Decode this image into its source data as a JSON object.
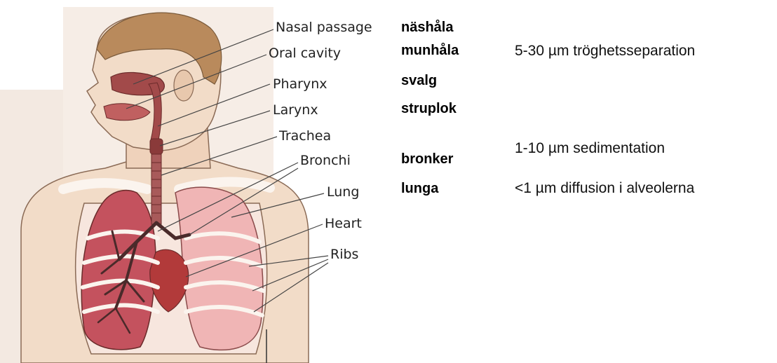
{
  "anatomy_labels": [
    {
      "key": "nasal",
      "text": "Nasal passage"
    },
    {
      "key": "oral",
      "text": "Oral cavity"
    },
    {
      "key": "pharynx",
      "text": "Pharynx"
    },
    {
      "key": "larynx",
      "text": "Larynx"
    },
    {
      "key": "trachea",
      "text": "Trachea"
    },
    {
      "key": "bronchi",
      "text": "Bronchi"
    },
    {
      "key": "lung",
      "text": "Lung"
    },
    {
      "key": "heart",
      "text": "Heart"
    },
    {
      "key": "ribs",
      "text": "Ribs"
    }
  ],
  "swedish_labels": [
    {
      "key": "nashala",
      "text": "näshåla"
    },
    {
      "key": "munhala",
      "text": "munhåla"
    },
    {
      "key": "svalg",
      "text": "svalg"
    },
    {
      "key": "struplok",
      "text": "struplok"
    },
    {
      "key": "bronker",
      "text": "bronker"
    },
    {
      "key": "lunga",
      "text": "lunga"
    }
  ],
  "deposition_notes": [
    {
      "key": "inertial",
      "text": "5-30 µm tröghetsseparation"
    },
    {
      "key": "sedimentation",
      "text": "1-10 µm sedimentation"
    },
    {
      "key": "diffusion",
      "text": "<1 µm diffusion i alveolerna"
    }
  ],
  "colors": {
    "skin": "#f2dcc8",
    "skin_shadow": "#e4c2a8",
    "hair": "#b98a5c",
    "airway": "#a24a4a",
    "lung_left": "#c4525e",
    "lung_right": "#f0b5b5",
    "bronchi": "#4a2a2a",
    "ribs": "#fbf4ee",
    "leader_line": "#444444"
  }
}
